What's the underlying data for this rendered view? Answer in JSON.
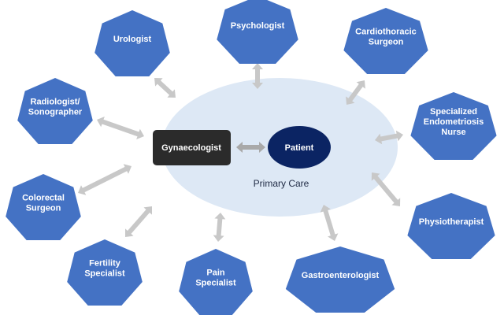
{
  "diagram": {
    "title": "Multidisciplinary endometriosis care network",
    "colors": {
      "specialist_fill": "#4472c4",
      "gynaecologist_fill": "#2b2b2b",
      "patient_fill": "#0b2463",
      "primary_care_fill": "#dde8f5",
      "arrow_fill": "#c8c8c8",
      "text_light": "#ffffff",
      "text_dark": "#1f2a44"
    },
    "center": {
      "gynaecologist": "Gynaecologist",
      "patient": "Patient",
      "primary_care": "Primary Care"
    },
    "specialists": [
      {
        "id": "urologist",
        "lines": [
          "Urologist"
        ]
      },
      {
        "id": "psychologist",
        "lines": [
          "Psychologist"
        ]
      },
      {
        "id": "cardiothoracic-surgeon",
        "lines": [
          "Cardiothoracic",
          "Surgeon"
        ]
      },
      {
        "id": "radiologist-sonographer",
        "lines": [
          "Radiologist/",
          "Sonographer"
        ]
      },
      {
        "id": "specialized-endometriosis-nurse",
        "lines": [
          "Specialized",
          "Endometriosis",
          "Nurse"
        ]
      },
      {
        "id": "colorectal-surgeon",
        "lines": [
          "Colorectal",
          "Surgeon"
        ]
      },
      {
        "id": "physiotherapist",
        "lines": [
          "Physiotherapist"
        ]
      },
      {
        "id": "fertility-specialist",
        "lines": [
          "Fertility",
          "Specialist"
        ]
      },
      {
        "id": "pain-specialist",
        "lines": [
          "Pain",
          "Specialist"
        ]
      },
      {
        "id": "gastroenterologist",
        "lines": [
          "Gastroenterologist"
        ]
      }
    ]
  }
}
